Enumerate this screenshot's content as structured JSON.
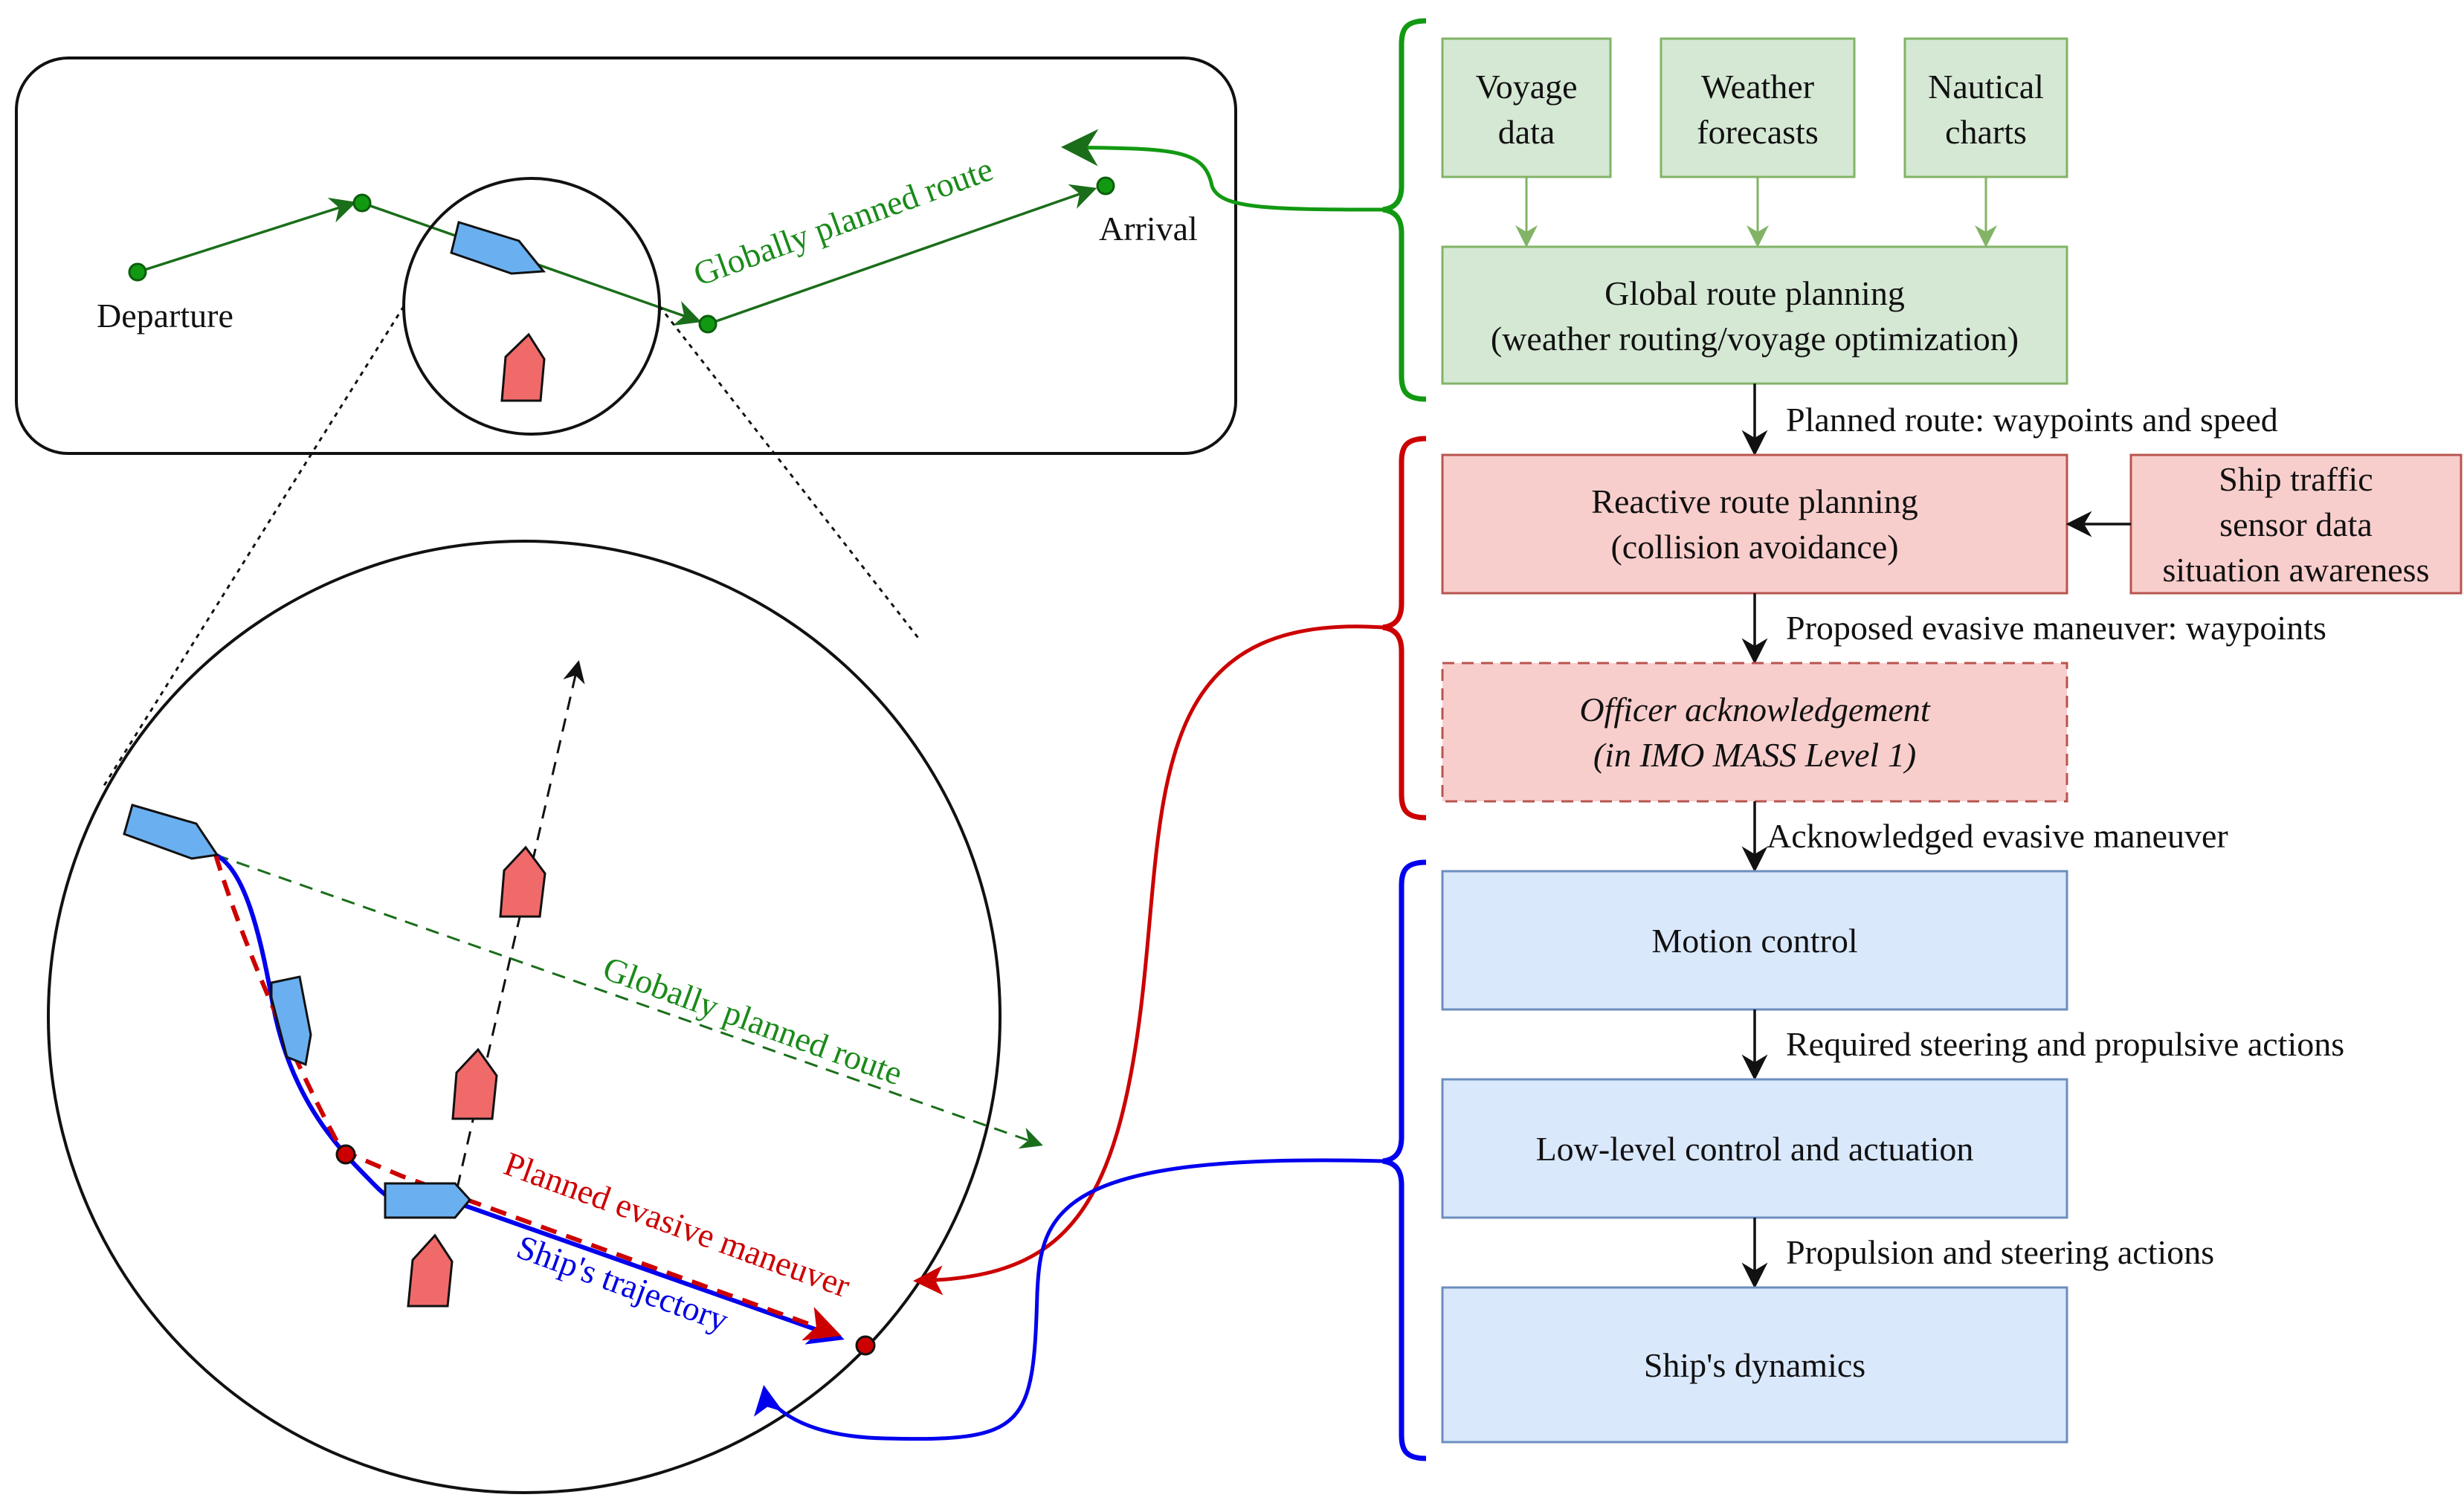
{
  "map": {
    "departure": "Departure",
    "arrival": "Arrival",
    "global_route_label": "Globally planned route",
    "zoom_global_route_label": "Globally planned route",
    "evasive_label": "Planned evasive maneuver",
    "trajectory_label": "Ship's trajectory"
  },
  "inputs": {
    "voyage": [
      "Voyage",
      "data"
    ],
    "weather": [
      "Weather",
      "forecasts"
    ],
    "charts": [
      "Nautical",
      "charts"
    ]
  },
  "global_planning": [
    "Global route planning",
    "(weather routing/voyage optimization)"
  ],
  "reactive_planning": [
    "Reactive route planning",
    "(collision avoidance)"
  ],
  "traffic": [
    "Ship traffic",
    "sensor data",
    "situation awareness"
  ],
  "officer": [
    "Officer acknowledgement",
    "(in IMO MASS Level 1)"
  ],
  "motion_control": "Motion control",
  "low_level": "Low-level control and actuation",
  "dynamics": "Ship's dynamics",
  "flows": {
    "planned_route": "Planned route: waypoints and speed",
    "proposed": "Proposed evasive maneuver: waypoints",
    "acknowledged": "Acknowledged evasive maneuver",
    "required": "Required steering and propulsive actions",
    "propulsion": "Propulsion and steering actions"
  },
  "colors": {
    "green_fill": "#d5e8d4",
    "green_stroke": "#82b366",
    "green_accent": "#129912",
    "red_fill": "#f8cecc",
    "red_stroke": "#b85450",
    "red_accent": "#cc0000",
    "blue_fill": "#dae8fc",
    "blue_stroke": "#6c8ebf",
    "blue_accent": "#0000ee",
    "own_ship": "#6aaff0",
    "target_ship": "#f06a6a"
  }
}
